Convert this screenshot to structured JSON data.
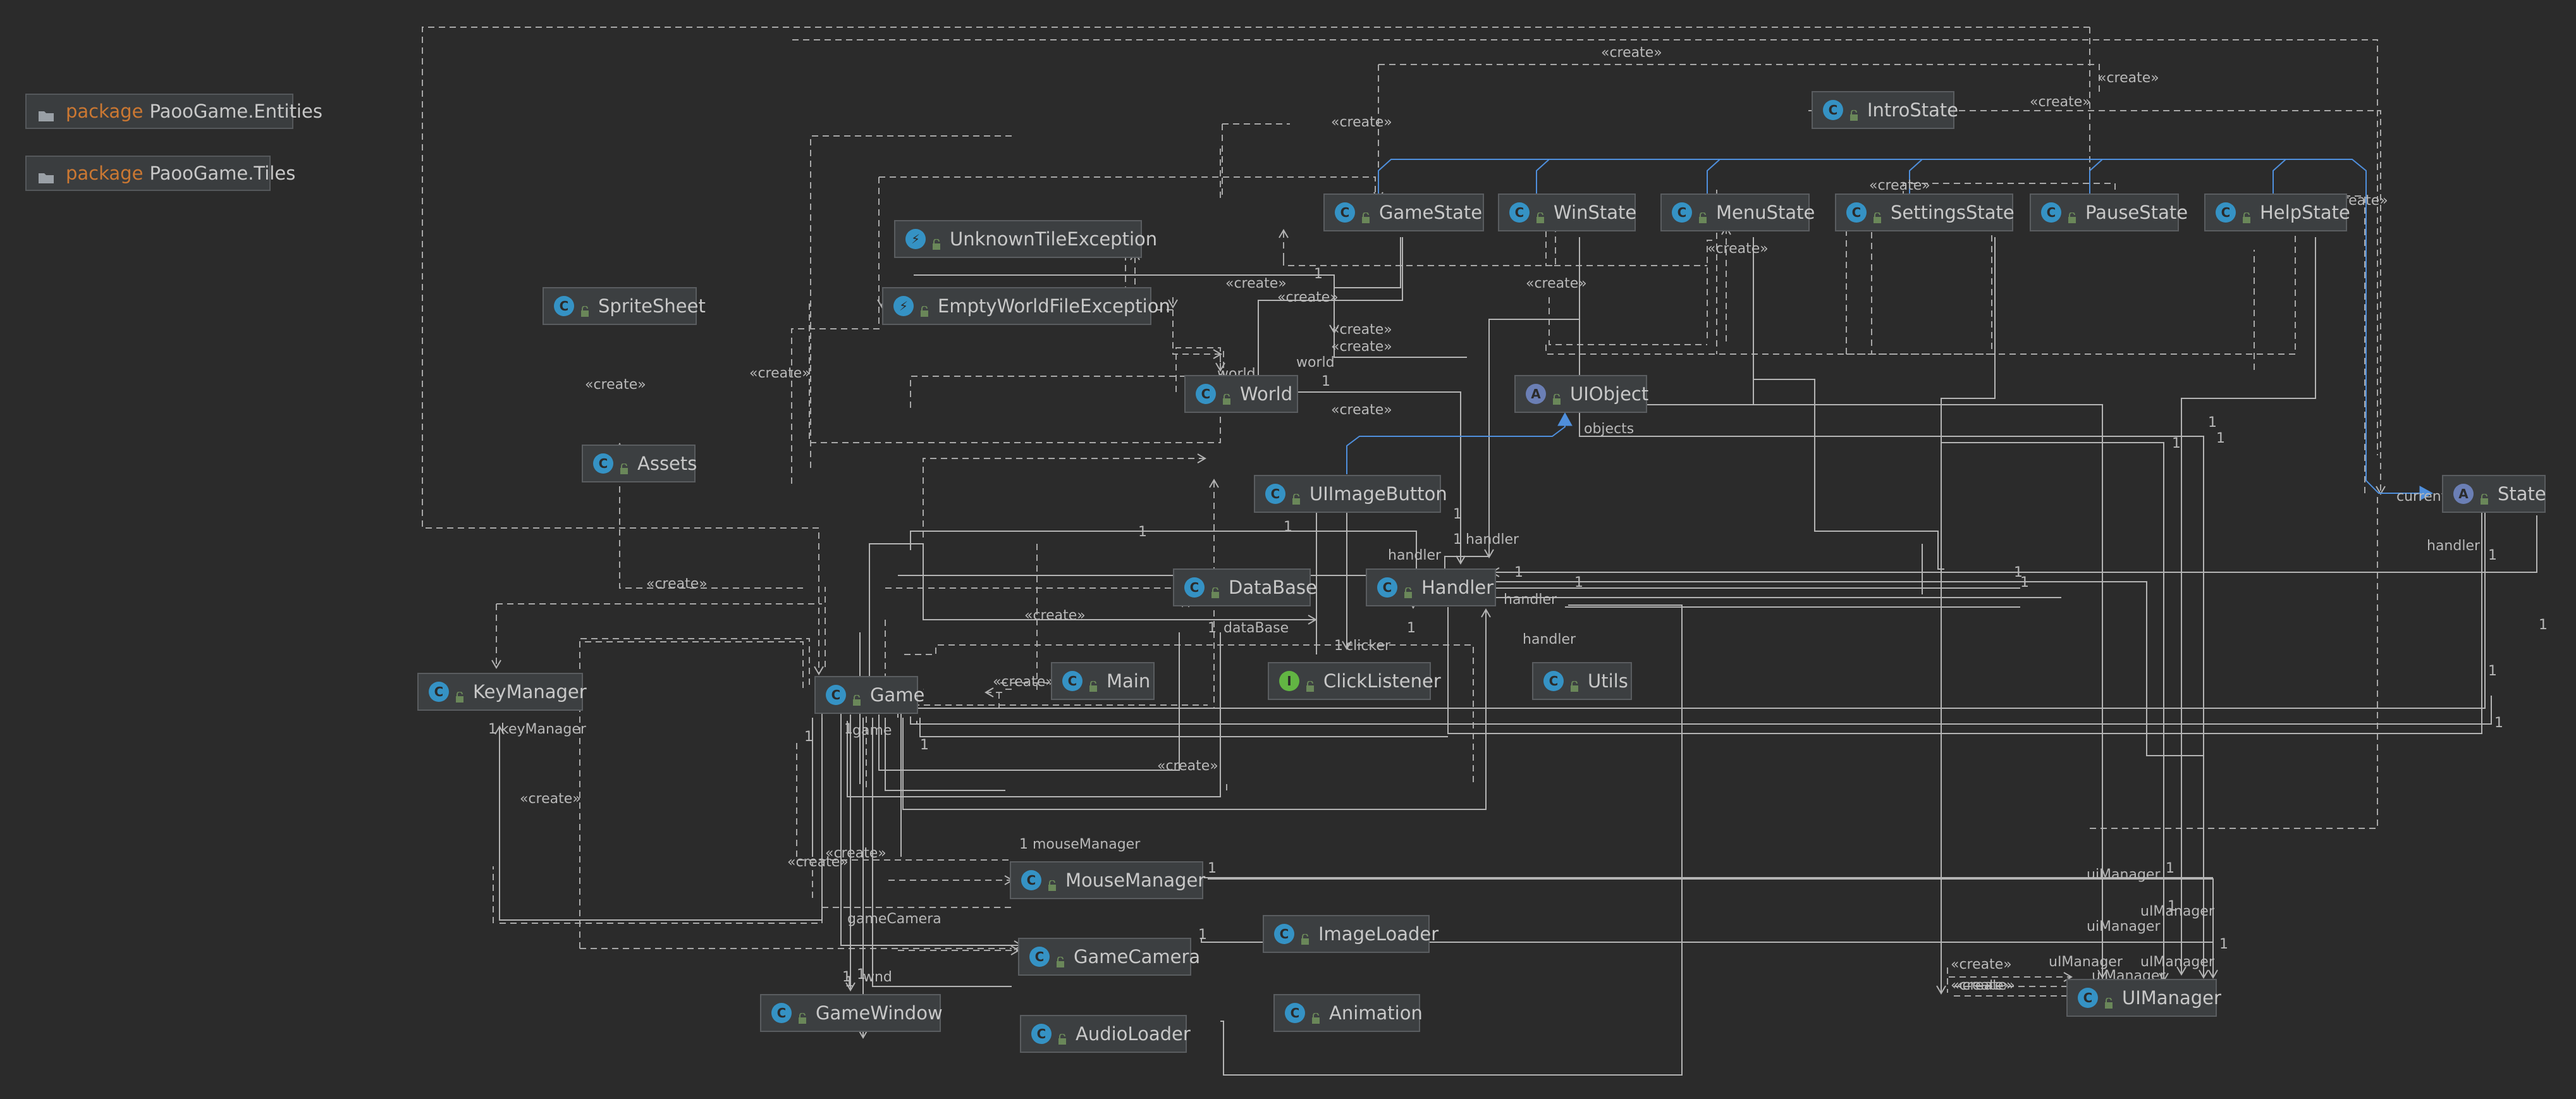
{
  "packages": [
    {
      "keyword": "package",
      "name": "PaooGame.Entities"
    },
    {
      "keyword": "package",
      "name": "PaooGame.Tiles"
    }
  ],
  "classes": {
    "IntroState": {
      "name": "IntroState",
      "icon": "class-icon"
    },
    "GameState": {
      "name": "GameState",
      "icon": "class-icon"
    },
    "WinState": {
      "name": "WinState",
      "icon": "class-icon"
    },
    "MenuState": {
      "name": "MenuState",
      "icon": "class-icon"
    },
    "SettingsState": {
      "name": "SettingsState",
      "icon": "class-icon"
    },
    "PauseState": {
      "name": "PauseState",
      "icon": "class-icon"
    },
    "HelpState": {
      "name": "HelpState",
      "icon": "class-icon"
    },
    "UnknownTileException": {
      "name": "UnknownTileException",
      "icon": "exception-icon"
    },
    "EmptyWorldFileException": {
      "name": "EmptyWorldFileException",
      "icon": "exception-icon"
    },
    "SpriteSheet": {
      "name": "SpriteSheet",
      "icon": "class-icon"
    },
    "Assets": {
      "name": "Assets",
      "icon": "class-icon"
    },
    "World": {
      "name": "World",
      "icon": "class-icon"
    },
    "UIObject": {
      "name": "UIObject",
      "icon": "abstract-class-icon"
    },
    "UIImageButton": {
      "name": "UIImageButton",
      "icon": "class-icon"
    },
    "State": {
      "name": "State",
      "icon": "abstract-class-icon"
    },
    "DataBase": {
      "name": "DataBase",
      "icon": "class-icon"
    },
    "Handler": {
      "name": "Handler",
      "icon": "class-icon"
    },
    "KeyManager": {
      "name": "KeyManager",
      "icon": "class-icon"
    },
    "Game": {
      "name": "Game",
      "icon": "class-icon"
    },
    "Main": {
      "name": "Main",
      "icon": "class-icon"
    },
    "ClickListener": {
      "name": "ClickListener",
      "icon": "interface-icon"
    },
    "Utils": {
      "name": "Utils",
      "icon": "class-icon"
    },
    "MouseManager": {
      "name": "MouseManager",
      "icon": "class-icon"
    },
    "ImageLoader": {
      "name": "ImageLoader",
      "icon": "class-icon"
    },
    "GameCamera": {
      "name": "GameCamera",
      "icon": "class-icon"
    },
    "Animation": {
      "name": "Animation",
      "icon": "class-icon"
    },
    "GameWindow": {
      "name": "GameWindow",
      "icon": "class-icon"
    },
    "AudioLoader": {
      "name": "AudioLoader",
      "icon": "class-icon"
    },
    "UIManager": {
      "name": "UIManager",
      "icon": "class-icon"
    }
  },
  "labels": {
    "create": "«create»",
    "one": "1",
    "world": "world",
    "objects": "objects",
    "handler": "handler",
    "dataBase": "dataBase",
    "clicker": "clicker",
    "keyManager": "keyManager",
    "game": "game",
    "mouseManager": "mouseManager",
    "gameCamera": "gameCamera",
    "wnd": "wnd",
    "uiManager": "uiManager",
    "uIManager": "uIManager",
    "currentState": "currentState"
  },
  "colors": {
    "background": "#2b2b2b",
    "edge": "#b4b4b4",
    "inheritance": "#4f8fdc",
    "keyword": "#cc7832"
  }
}
